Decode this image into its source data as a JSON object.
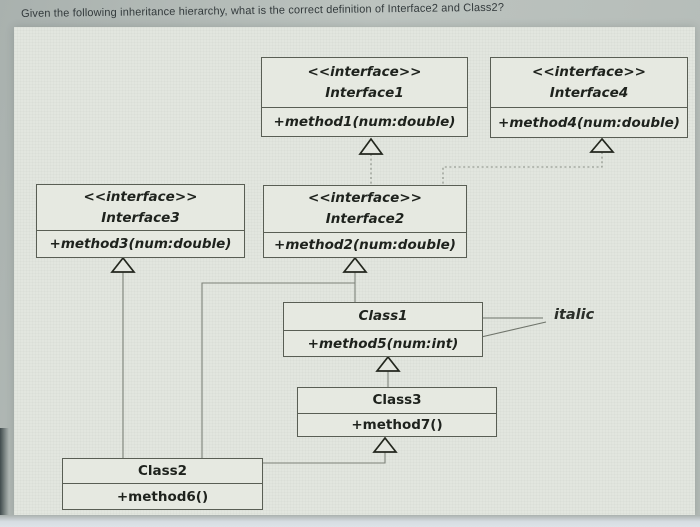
{
  "question": "Given the following inheritance hierarchy, what is the correct definition of Interface2 and Class2?",
  "annotation": {
    "label": "italic"
  },
  "boxes": {
    "interface1": {
      "stereotype": "<<interface>>",
      "name": "Interface1",
      "method": "+method1(num:double)"
    },
    "interface4": {
      "stereotype": "<<interface>>",
      "name": "Interface4",
      "method": "+method4(num:double)"
    },
    "interface3": {
      "stereotype": "<<interface>>",
      "name": "Interface3",
      "method": "+method3(num:double)"
    },
    "interface2": {
      "stereotype": "<<interface>>",
      "name": "Interface2",
      "method": "+method2(num:double)"
    },
    "class1": {
      "name": "Class1",
      "method": "+method5(num:int)"
    },
    "class3": {
      "name": "Class3",
      "method": "+method7()"
    },
    "class2": {
      "name": "Class2",
      "method": "+method6()"
    }
  },
  "relationships": [
    {
      "from": "Interface2",
      "to": "Interface1",
      "type": "generalization"
    },
    {
      "from": "Interface2",
      "to": "Interface4",
      "type": "generalization"
    },
    {
      "from": "Class1",
      "to": "Interface2",
      "type": "realization"
    },
    {
      "from": "Class2",
      "to": "Interface2",
      "type": "realization"
    },
    {
      "from": "Class2",
      "to": "Interface3",
      "type": "realization"
    },
    {
      "from": "Class3",
      "to": "Class1",
      "type": "generalization"
    },
    {
      "from": "Class2",
      "to": "Class3",
      "type": "generalization"
    }
  ],
  "colors": {
    "page_bg": "#b4bcb8",
    "panel_bg": "#e2e6df",
    "box_bg": "#e6e9e1",
    "box_border": "#595e54",
    "text": "#1e221d",
    "connector": "#7d8279",
    "title_text": "#333a3c"
  }
}
